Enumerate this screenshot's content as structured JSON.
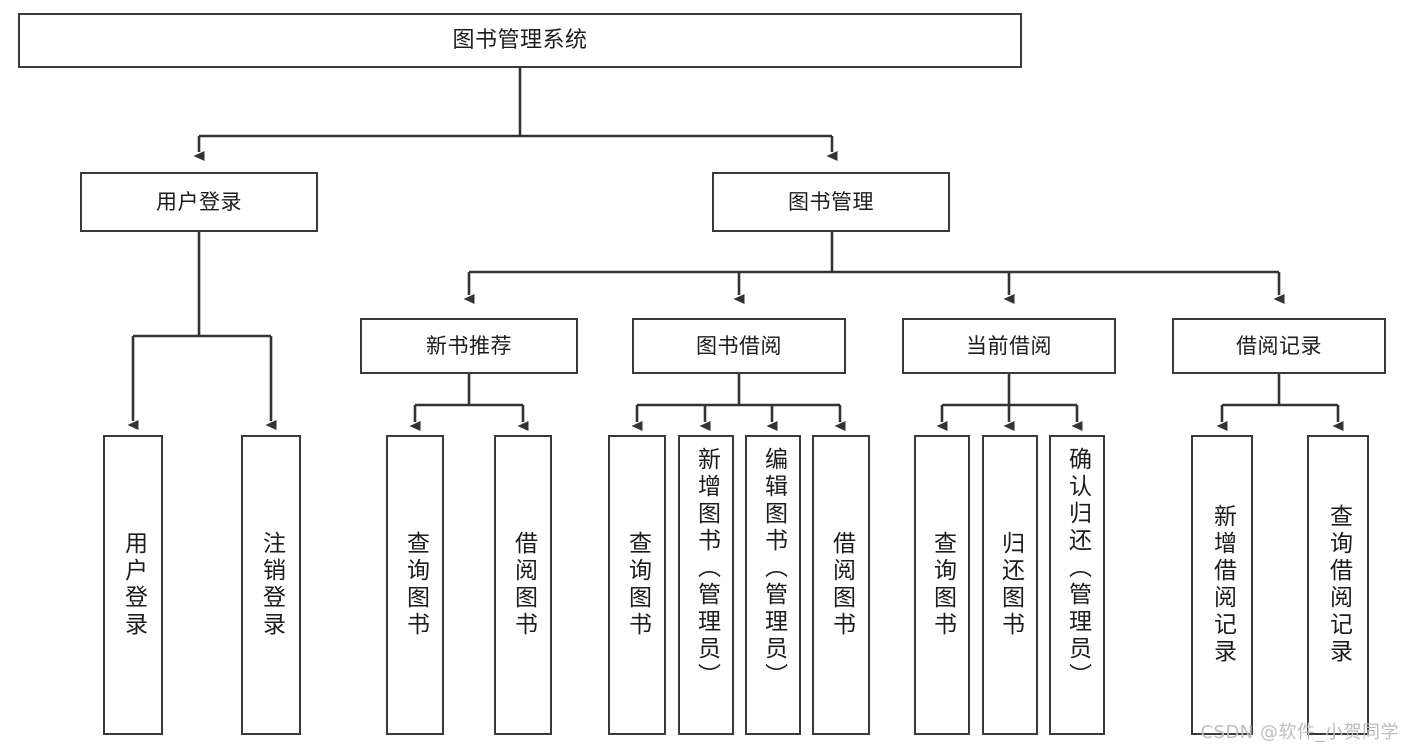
{
  "diagram": {
    "title": "图书管理系统",
    "type": "tree",
    "root": {
      "id": "root",
      "label": "图书管理系统",
      "orientation": "horizontal"
    },
    "level2": [
      {
        "id": "user-login",
        "label": "用户登录",
        "orientation": "horizontal"
      },
      {
        "id": "book-manage",
        "label": "图书管理",
        "orientation": "horizontal"
      }
    ],
    "level3": [
      {
        "id": "new-book-rec",
        "label": "新书推荐",
        "parent": "book-manage",
        "orientation": "horizontal"
      },
      {
        "id": "book-borrow",
        "label": "图书借阅",
        "parent": "book-manage",
        "orientation": "horizontal"
      },
      {
        "id": "current-borrow",
        "label": "当前借阅",
        "parent": "book-manage",
        "orientation": "horizontal"
      },
      {
        "id": "borrow-record",
        "label": "借阅记录",
        "parent": "book-manage",
        "orientation": "horizontal"
      }
    ],
    "leaves": [
      {
        "id": "leaf-user-login",
        "label": "用户登录",
        "parent": "user-login",
        "orientation": "vertical"
      },
      {
        "id": "leaf-logout",
        "label": "注销登录",
        "parent": "user-login",
        "orientation": "vertical"
      },
      {
        "id": "leaf-rec-query-book",
        "label": "查询图书",
        "parent": "new-book-rec",
        "orientation": "vertical"
      },
      {
        "id": "leaf-rec-borrow-book",
        "label": "借阅图书",
        "parent": "new-book-rec",
        "orientation": "vertical"
      },
      {
        "id": "leaf-borrow-query-book",
        "label": "查询图书",
        "parent": "book-borrow",
        "orientation": "vertical"
      },
      {
        "id": "leaf-borrow-add-book",
        "label": "新增图书（管理员）",
        "parent": "book-borrow",
        "orientation": "vertical"
      },
      {
        "id": "leaf-borrow-edit-book",
        "label": "编辑图书（管理员）",
        "parent": "book-borrow",
        "orientation": "vertical"
      },
      {
        "id": "leaf-borrow-borrow-book",
        "label": "借阅图书",
        "parent": "book-borrow",
        "orientation": "vertical"
      },
      {
        "id": "leaf-cur-query-book",
        "label": "查询图书",
        "parent": "current-borrow",
        "orientation": "vertical"
      },
      {
        "id": "leaf-cur-return-book",
        "label": "归还图书",
        "parent": "current-borrow",
        "orientation": "vertical"
      },
      {
        "id": "leaf-cur-confirm-return",
        "label": "确认归还（管理员）",
        "parent": "current-borrow",
        "orientation": "vertical"
      },
      {
        "id": "leaf-rec-add-record",
        "label": "新增借阅记录",
        "parent": "borrow-record",
        "orientation": "vertical"
      },
      {
        "id": "leaf-rec-query-record",
        "label": "查询借阅记录",
        "parent": "borrow-record",
        "orientation": "vertical"
      }
    ],
    "colors": {
      "box_border": "#3a3a3a",
      "box_fill": "#ffffff",
      "connector": "#333333",
      "text": "#1c1c1c",
      "watermark": "#bdbdbd"
    }
  },
  "watermark": {
    "text": "CSDN @软件_小贺同学"
  }
}
